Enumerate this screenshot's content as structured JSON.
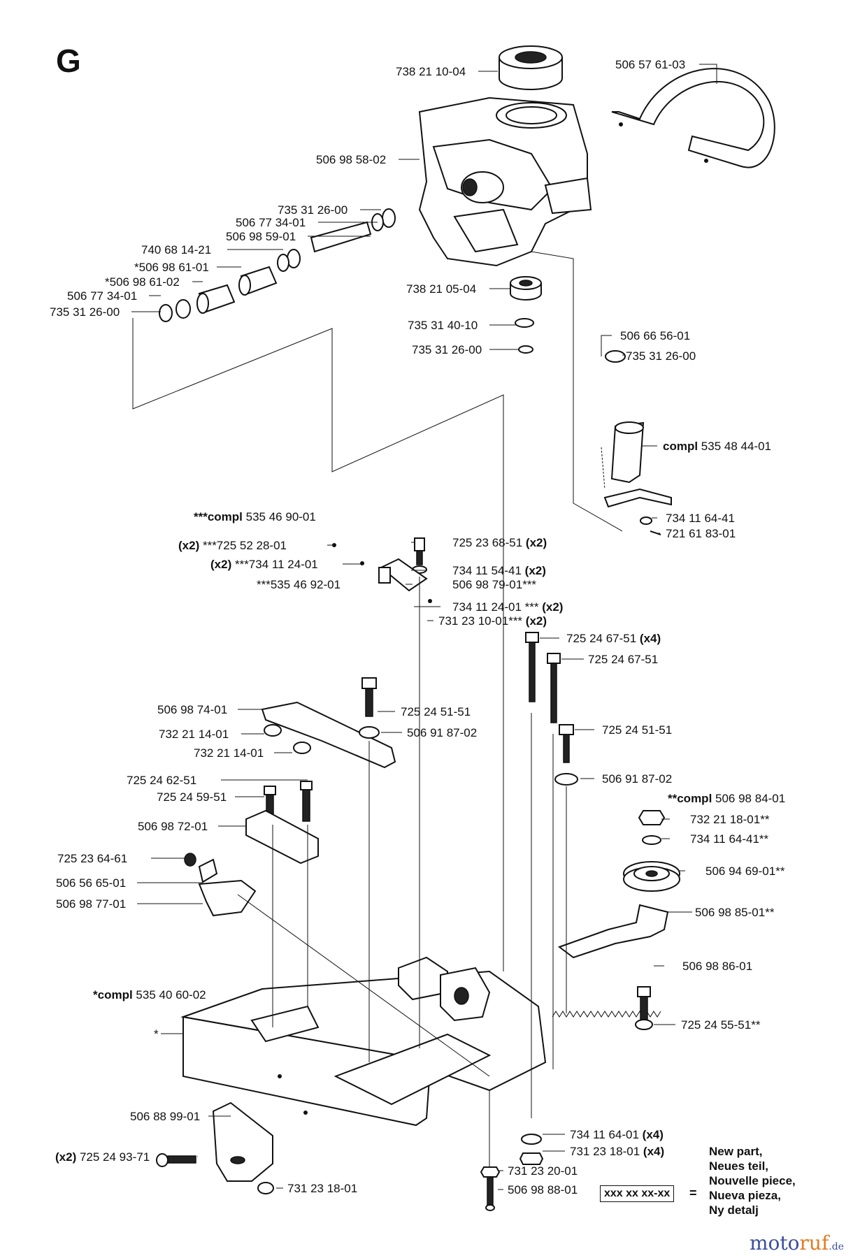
{
  "sheet_letter": "G",
  "labels": [
    {
      "id": "L01",
      "text": "738 21 10-04"
    },
    {
      "id": "L02",
      "text": "506 57 61-03"
    },
    {
      "id": "L03",
      "text": "506 98 58-02"
    },
    {
      "id": "L04",
      "text": "735 31 26-00"
    },
    {
      "id": "L05",
      "text": "506 77 34-01"
    },
    {
      "id": "L06",
      "text": "506 98 59-01"
    },
    {
      "id": "L07",
      "text": "740 68 14-21"
    },
    {
      "id": "L08",
      "text": "*506 98 61-01"
    },
    {
      "id": "L09",
      "text": "*506 98 61-02"
    },
    {
      "id": "L10",
      "text": "506 77 34-01"
    },
    {
      "id": "L11",
      "text": "735 31 26-00"
    },
    {
      "id": "L12",
      "text": "738 21 05-04"
    },
    {
      "id": "L13",
      "text": "735 31 40-10"
    },
    {
      "id": "L14",
      "text": "735 31 26-00"
    },
    {
      "id": "L15",
      "text": "506 66 56-01"
    },
    {
      "id": "L16",
      "text": "735 31 26-00"
    },
    {
      "id": "L17",
      "prefix": "compl",
      "text": " 535 48 44-01"
    },
    {
      "id": "L18",
      "text": "734 11 64-41"
    },
    {
      "id": "L19",
      "text": "721 61 83-01"
    },
    {
      "id": "L20",
      "prefix": "***compl",
      "text": " 535 46 90-01"
    },
    {
      "id": "L21",
      "text": "725 23 68-51 ",
      "suffix": "(x2)"
    },
    {
      "id": "L22",
      "prefix": "(x2)",
      "text": " ***725 52 28-01"
    },
    {
      "id": "L23",
      "text": "734 11 54-41 ",
      "suffix": "(x2)"
    },
    {
      "id": "L24",
      "prefix": "(x2)",
      "text": " ***734 11 24-01"
    },
    {
      "id": "L25",
      "text": "506 98 79-01***"
    },
    {
      "id": "L26",
      "text": "***535 46 92-01"
    },
    {
      "id": "L27",
      "text": "734 11 24-01 *** ",
      "suffix": "(x2)"
    },
    {
      "id": "L28",
      "text": "731 23 10-01*** ",
      "suffix": "(x2)"
    },
    {
      "id": "L29",
      "text": "725 24 67-51 ",
      "suffix": "(x4)"
    },
    {
      "id": "L30",
      "text": "725 24 67-51"
    },
    {
      "id": "L31",
      "text": "506 98 74-01"
    },
    {
      "id": "L32",
      "text": "725 24 51-51"
    },
    {
      "id": "L33",
      "text": "732 21 14-01"
    },
    {
      "id": "L34",
      "text": "506 91 87-02"
    },
    {
      "id": "L35",
      "text": "732 21 14-01"
    },
    {
      "id": "L36",
      "text": "725 24 51-51"
    },
    {
      "id": "L37",
      "text": "725 24 62-51"
    },
    {
      "id": "L38",
      "text": "506 91 87-02"
    },
    {
      "id": "L39",
      "text": "725 24 59-51"
    },
    {
      "id": "L40",
      "prefix": "**compl",
      "text": " 506 98 84-01"
    },
    {
      "id": "L41",
      "text": "506 98 72-01"
    },
    {
      "id": "L42",
      "text": "732 21 18-01**"
    },
    {
      "id": "L43",
      "text": "734 11 64-41**"
    },
    {
      "id": "L44",
      "text": "725 23 64-61"
    },
    {
      "id": "L45",
      "text": "506 94 69-01**"
    },
    {
      "id": "L46",
      "text": "506 56 65-01"
    },
    {
      "id": "L47",
      "text": "506 98 77-01"
    },
    {
      "id": "L48",
      "text": "506 98 85-01**"
    },
    {
      "id": "L49",
      "text": "506 98 86-01"
    },
    {
      "id": "L50",
      "prefix": "*compl",
      "text": " 535 40 60-02"
    },
    {
      "id": "L51",
      "text": "*"
    },
    {
      "id": "L52",
      "text": "725 24 55-51**"
    },
    {
      "id": "L53",
      "text": "506 88 99-01"
    },
    {
      "id": "L54",
      "text": "734 11 64-01 ",
      "suffix": "(x4)"
    },
    {
      "id": "L55",
      "prefix": "(x2)",
      "text": " 725 24 93-71"
    },
    {
      "id": "L56",
      "text": "731 23 18-01 ",
      "suffix": "(x4)"
    },
    {
      "id": "L57",
      "text": "731 23 20-01"
    },
    {
      "id": "L58",
      "text": "506 98 88-01"
    },
    {
      "id": "L59",
      "text": "731 23 18-01"
    }
  ],
  "legend": {
    "box_text": "xxx xx xx-xx",
    "equals": "=",
    "lines": [
      "New part,",
      "Neues teil,",
      "Nouvelle piece,",
      "Nueva pieza,",
      "Ny detalj"
    ]
  },
  "watermark": {
    "part1": "moto",
    "part2": "ruf",
    "part3": ".de"
  }
}
